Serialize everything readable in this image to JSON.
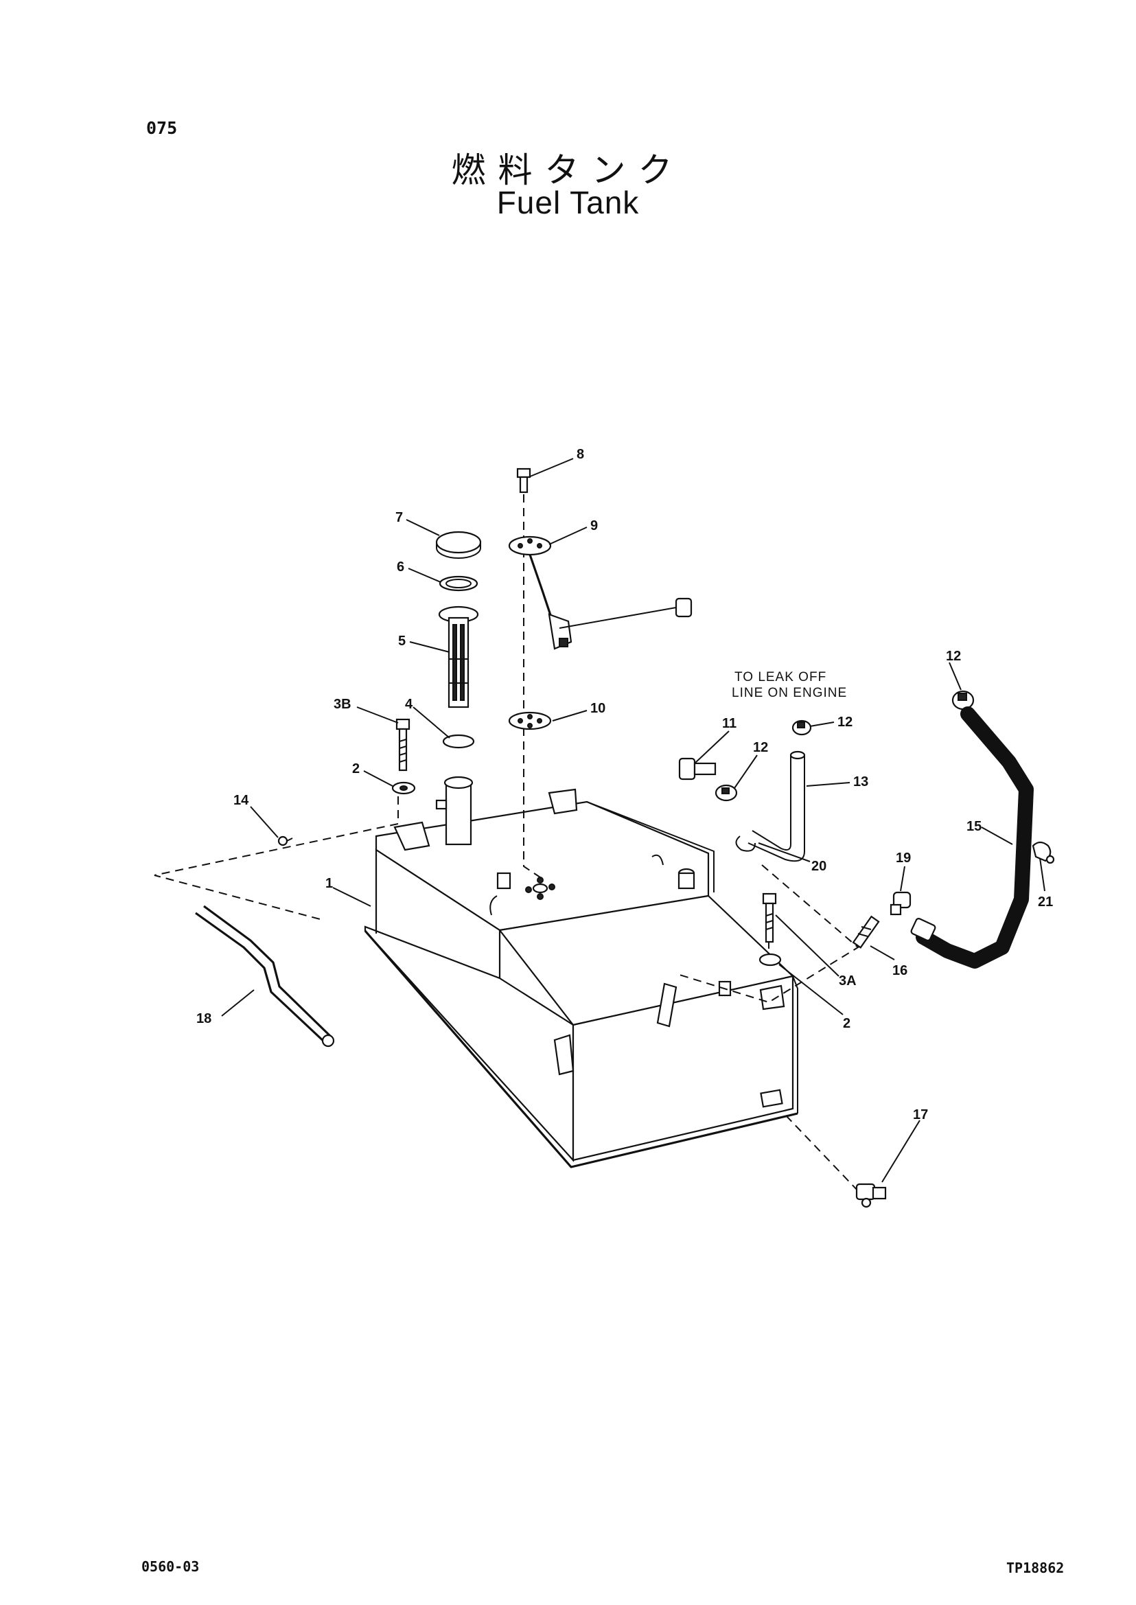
{
  "header": {
    "page_number": "075",
    "title_jp": "燃料タンク",
    "title_en": "Fuel Tank"
  },
  "footer": {
    "code": "0560-03",
    "reference": "TP18862"
  },
  "note": {
    "line1": "TO LEAK OFF",
    "line2": "LINE ON ENGINE"
  },
  "callouts": {
    "c1": "1",
    "c2a": "2",
    "c2b": "2",
    "c3a": "3A",
    "c3b": "3B",
    "c4": "4",
    "c5": "5",
    "c6": "6",
    "c7": "7",
    "c8": "8",
    "c9": "9",
    "c10": "10",
    "c11": "11",
    "c12a": "12",
    "c12b": "12",
    "c12c": "12",
    "c13": "13",
    "c14": "14",
    "c15": "15",
    "c16": "16",
    "c17": "17",
    "c18": "18",
    "c19": "19",
    "c20": "20",
    "c21": "21"
  }
}
